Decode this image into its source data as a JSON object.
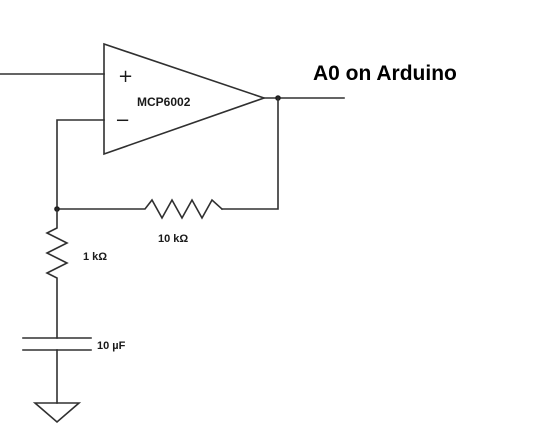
{
  "opamp": {
    "name": "MCP6002",
    "plus_sign": "+",
    "minus_sign": "−"
  },
  "output_label": "A0 on Arduino",
  "components": {
    "feedback_resistor": "10 kΩ",
    "ground_resistor": "1 kΩ",
    "capacitor": "10 µF"
  },
  "colors": {
    "wire": "#303030",
    "text": "#1a1a1a"
  },
  "icons": {
    "ground": "ground-symbol-icon",
    "resistor": "zigzag-resistor-icon",
    "capacitor": "parallel-plate-capacitor-icon"
  }
}
